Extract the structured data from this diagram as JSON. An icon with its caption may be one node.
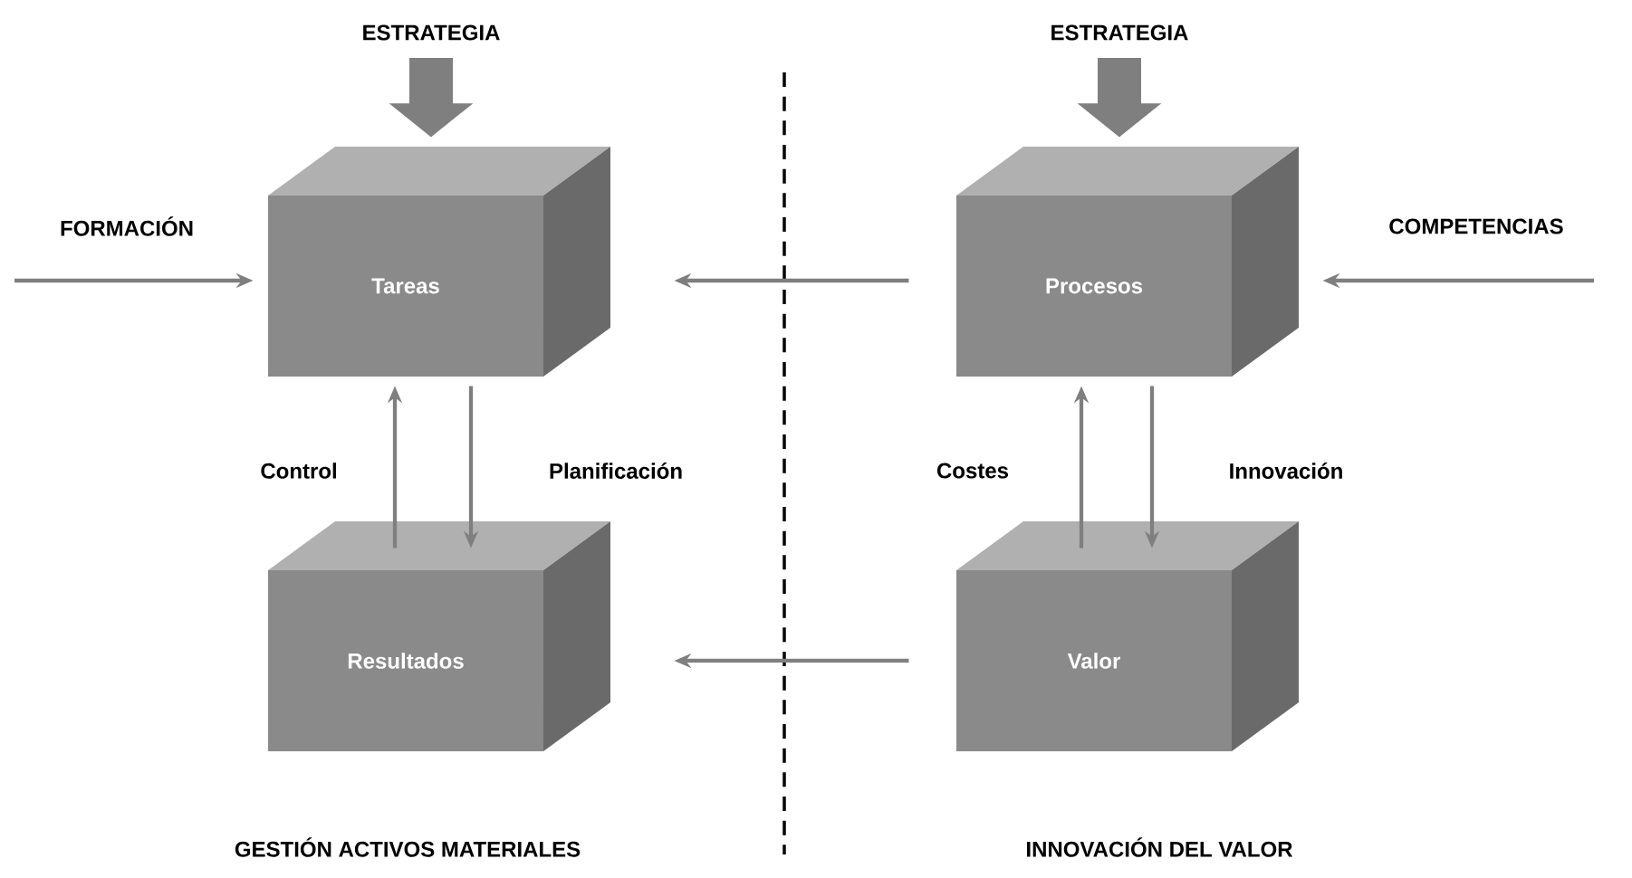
{
  "diagram": {
    "nodes": [
      {
        "text": [
          "Tareas"
        ]
      },
      {
        "text": [
          "Procesos"
        ]
      },
      {
        "text": [
          "Resultados"
        ]
      },
      {
        "text": [
          "Valor"
        ]
      }
    ],
    "edges": [
      {
        "from": null,
        "to": 0,
        "arrow": "to",
        "label": "ESTRATEGIA",
        "style": "thick"
      },
      {
        "from": null,
        "to": 1,
        "arrow": "to",
        "label": "ESTRATEGIA",
        "style": "thick"
      },
      {
        "from": null,
        "to": 0,
        "arrow": "to",
        "label": "FORMACIÓN"
      },
      {
        "from": null,
        "to": 1,
        "arrow": "to",
        "label": "COMPETENCIAS"
      },
      {
        "from": 1,
        "to": 0,
        "arrow": "to"
      },
      {
        "from": 0,
        "to": 2,
        "arrow": "to",
        "label": "Planificación"
      },
      {
        "from": 2,
        "to": 0,
        "arrow": "to",
        "label": "Control"
      },
      {
        "from": 1,
        "to": 3,
        "arrow": "to",
        "label": "Innovación"
      },
      {
        "from": 3,
        "to": 1,
        "arrow": "to",
        "label": "Costes"
      },
      {
        "from": 3,
        "to": 2,
        "arrow": "to"
      }
    ],
    "labels": [
      "GESTIÓN ACTIVOS MATERIALES",
      "INNOVACIÓN DEL VALOR"
    ]
  }
}
